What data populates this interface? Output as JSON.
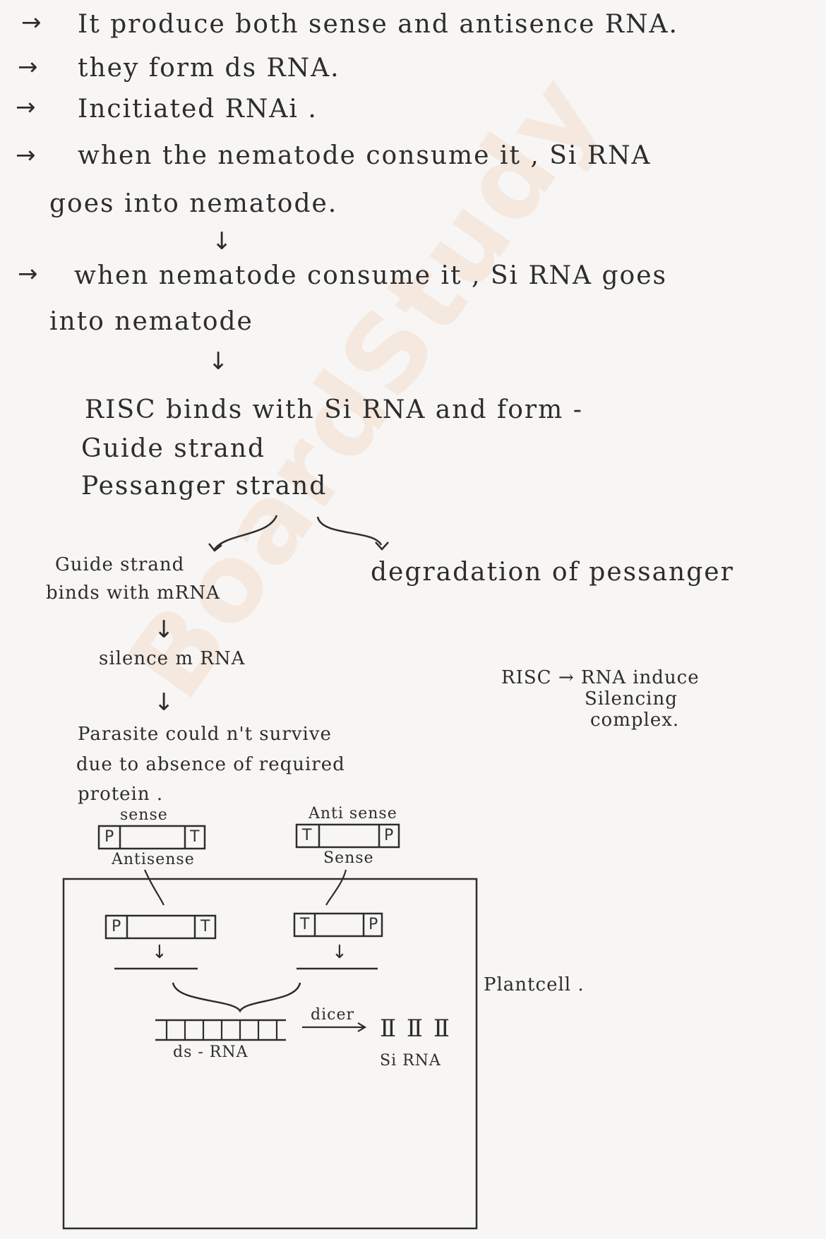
{
  "lines": {
    "l1": "It produce both sense and antisence RNA.",
    "l2": "they form ds RNA.",
    "l3": "Incitiated RNAi .",
    "l4a": "when the nematode consume it , Si RNA",
    "l4b": "goes into nematode.",
    "l5a": "when nematode consume it , Si RNA goes",
    "l5b": "into nematode",
    "risc_a": "RISC binds with Si RNA and form -",
    "risc_b": "Guide strand",
    "risc_c": "Pessanger strand",
    "guide_a": "Guide strand",
    "guide_b": "binds with mRNA",
    "degradation": "degradation of pessanger",
    "silence": "silence m RNA",
    "risc_def_a": "RISC → RNA induce",
    "risc_def_b": "Silencing",
    "risc_def_c": "complex.",
    "parasite_a": "Parasite could n't survive",
    "parasite_b": "due to absence of required",
    "parasite_c": "protein ."
  },
  "symbols": {
    "bullet": "→",
    "down": "↓"
  },
  "diagram": {
    "sense_top": "sense",
    "antisense_bottom": "Antisense",
    "antisense_top": "Anti sense",
    "sense_bottom": "Sense",
    "p": "P",
    "t": "T",
    "dicer": "dicer",
    "ds_rna": "ds - RNA",
    "si_rna": "Si RNA",
    "si_rna_marks": "Ⅱ Ⅱ Ⅱ",
    "plant_cell": "Plantcell ."
  },
  "watermark": "BoardStudy"
}
